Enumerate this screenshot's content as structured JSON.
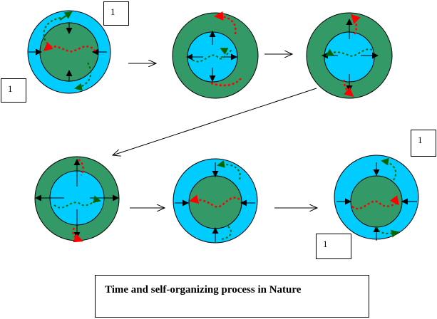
{
  "caption": "Time and self-organizing process in Nature",
  "number_boxes": [
    "1",
    "1",
    "1",
    "1"
  ],
  "colors": {
    "cyan": "#00ccff",
    "green": "#339966",
    "dark_green": "#006600",
    "red": "#ff0000",
    "ink": "#000000"
  }
}
